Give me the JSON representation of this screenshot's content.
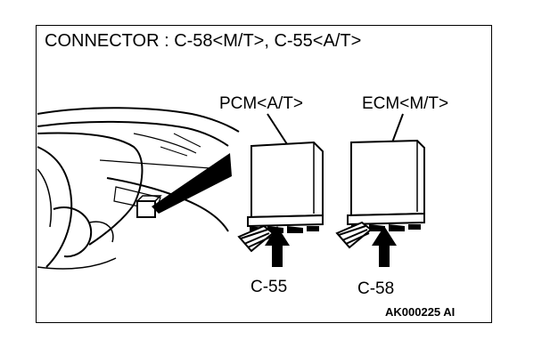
{
  "diagram": {
    "title": "CONNECTOR : C-58<M/T>, C-55<A/T>",
    "pcm_label": "PCM<A/T>",
    "ecm_label": "ECM<M/T>",
    "connector_left_label": "C-55",
    "connector_right_label": "C-58",
    "figure_code": "AK000225 AI"
  }
}
